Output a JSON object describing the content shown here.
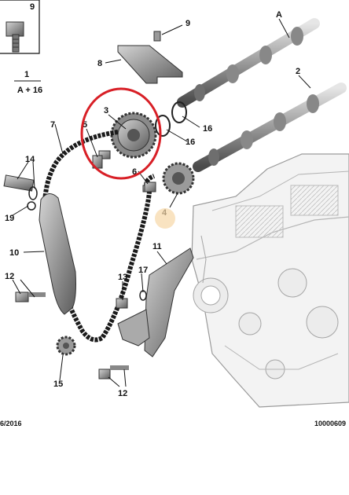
{
  "corner_box": {
    "label": "9"
  },
  "assembly": {
    "number": "1",
    "formula": "A + 16"
  },
  "callouts": [
    "2",
    "3",
    "4",
    "5",
    "6",
    "7",
    "8",
    "9",
    "10",
    "11",
    "12",
    "12",
    "13",
    "14",
    "15",
    "16",
    "16",
    "17",
    "19",
    "A"
  ],
  "footer": {
    "date": "6/2016",
    "ref": "10000609"
  },
  "colors": {
    "highlight_circle": "#d81f26",
    "highlight_dot": "#f6d7a6",
    "metal": "#8d8d8d",
    "chain": "#1b1b1b"
  }
}
